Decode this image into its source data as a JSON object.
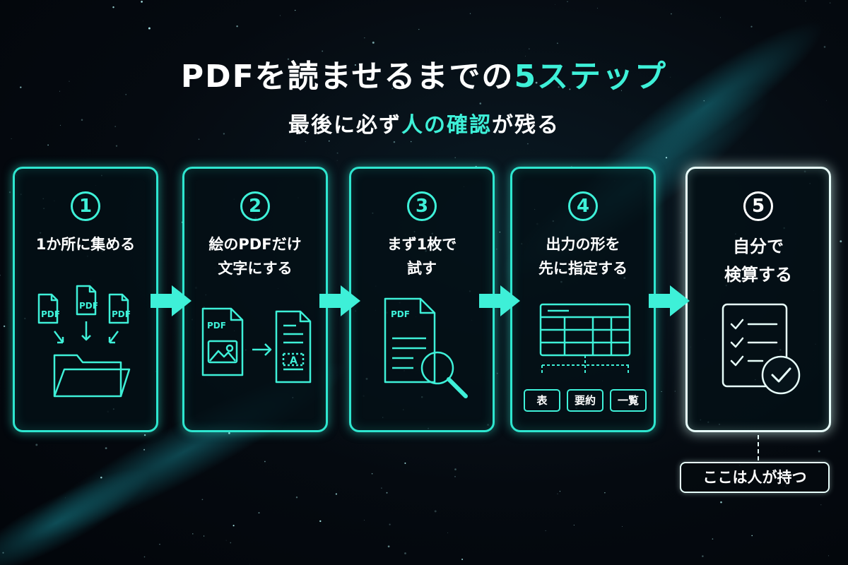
{
  "title": {
    "main": "PDFを読ませるまでの",
    "accent": "5ステップ"
  },
  "subtitle": {
    "pre": "最後に必ず",
    "accent": "人の確認",
    "post": "が残る"
  },
  "steps": [
    {
      "number": "1",
      "label": "1か所に集める",
      "icon": "folder-with-pdfs-icon",
      "pdf_tag": "PDF"
    },
    {
      "number": "2",
      "label": "絵のPDFだけ\n文字にする",
      "icon": "image-pdf-to-text-icon",
      "pdf_tag": "PDF",
      "text_tag": "A"
    },
    {
      "number": "3",
      "label": "まず1枚で\n試す",
      "icon": "pdf-magnifier-icon",
      "pdf_tag": "PDF"
    },
    {
      "number": "4",
      "label": "出力の形を\n先に指定する",
      "icon": "table-output-icon",
      "outputs": [
        "表",
        "要約",
        "一覧"
      ]
    },
    {
      "number": "5",
      "label": "自分で\n検算する",
      "icon": "checklist-check-icon"
    }
  ],
  "human_note": "ここは人が持つ",
  "colors": {
    "accent": "#3ef0d8",
    "background": "#050a10",
    "card_border": "#2ee6cf",
    "final_border": "#e8fffb"
  }
}
